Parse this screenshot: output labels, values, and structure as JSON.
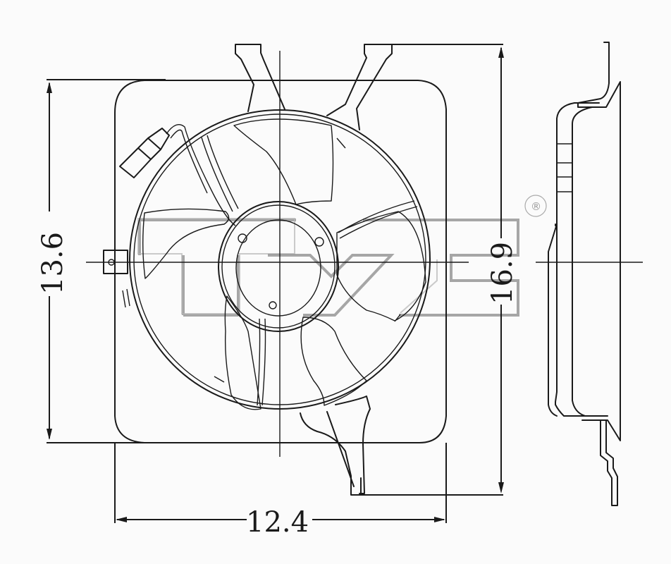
{
  "diagram": {
    "subject": "Radiator cooling fan assembly — front and side view line drawing",
    "views": [
      "front-view",
      "side-view"
    ],
    "colors": {
      "line": "#1a1a1a",
      "background": "#fbfbfb",
      "watermark": "#8a8a8a"
    },
    "dimensions": {
      "height": {
        "label": "13.6",
        "orientation": "vertical",
        "position": "left"
      },
      "overall_height": {
        "label": "16.9",
        "orientation": "vertical",
        "position": "right"
      },
      "width": {
        "label": "12.4",
        "orientation": "horizontal",
        "position": "bottom"
      }
    },
    "watermark": {
      "text": "TYC",
      "registered_mark": "®"
    }
  }
}
